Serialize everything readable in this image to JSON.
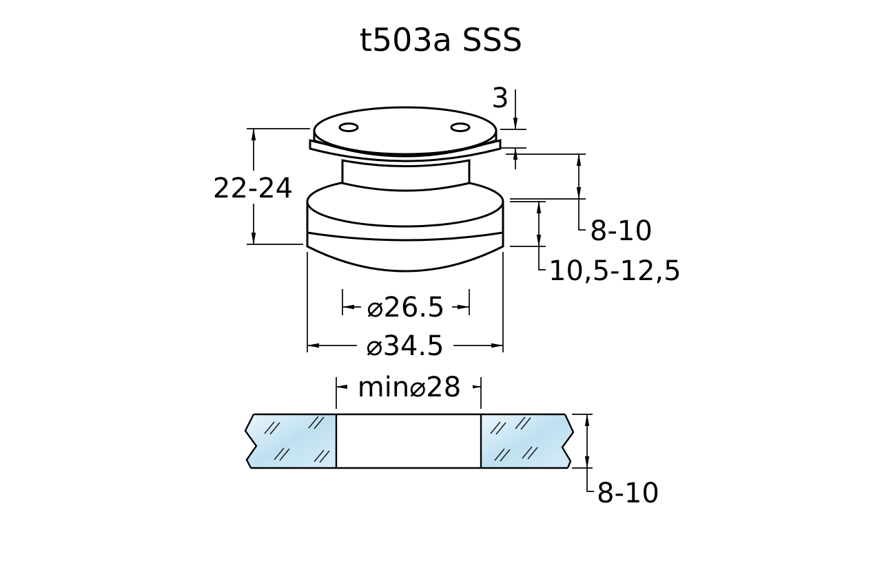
{
  "title": "t503a SSS",
  "drawing": {
    "labels": {
      "cap_thickness": "3",
      "total_height": "22-24",
      "clamp_range": "8-10",
      "base_height": "10,5-12,5",
      "neck_diameter": "⌀26.5",
      "base_diameter": "⌀34.5",
      "min_hole": "min⌀28",
      "glass_thickness": "8-10"
    },
    "colors": {
      "line": "#000000",
      "glass_light": "#eaf6fd",
      "glass_mid": "#bfe0f1",
      "glass_edge": "#d6ecf8"
    }
  }
}
